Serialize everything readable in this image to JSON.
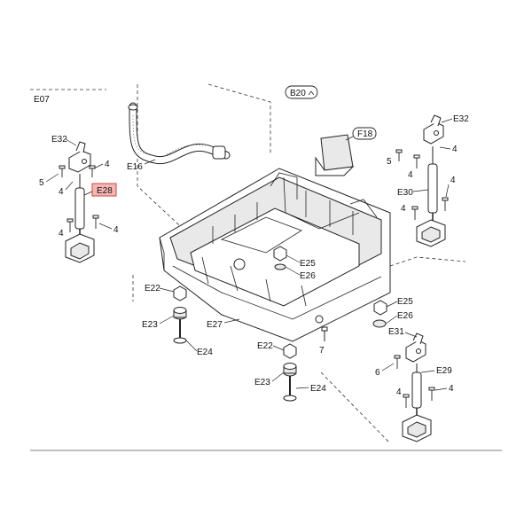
{
  "diagram": {
    "page_ref": "E07",
    "labels": {
      "E32": "E32",
      "E28": "E28",
      "E16": "E16",
      "B20": "B20",
      "F18": "F18",
      "E30": "E30",
      "E25": "E25",
      "E26": "E26",
      "E22": "E22",
      "E23": "E23",
      "E24": "E24",
      "E27": "E27",
      "E31": "E31",
      "E29": "E29",
      "n4": "4",
      "n5": "5",
      "n6": "6",
      "n7": "7"
    },
    "highlight_color": "#f4b6b6",
    "highlight_border": "#d0453b"
  }
}
